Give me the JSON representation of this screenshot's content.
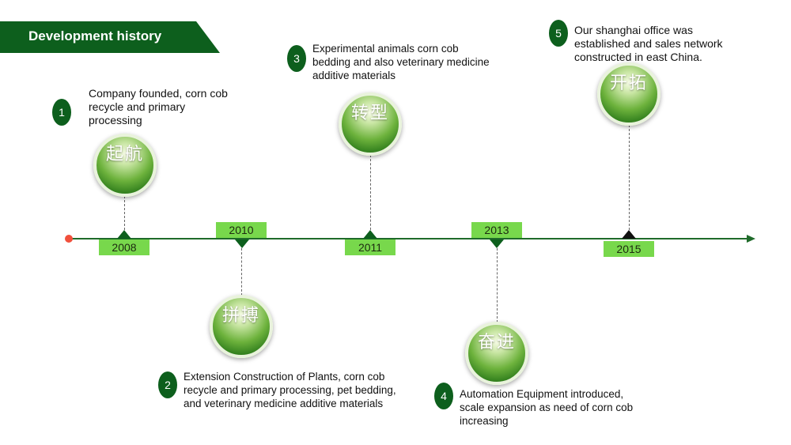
{
  "header": {
    "title": "Development history"
  },
  "milestones": [
    {
      "number": "1",
      "year": "2008",
      "circle_text": "起航",
      "description": "Company founded, corn cob recycle and primary processing"
    },
    {
      "number": "2",
      "year": "2010",
      "circle_text": "拼搏",
      "description": "Extension Construction of Plants, corn cob recycle and primary processing, pet bedding, and veterinary medicine additive materials"
    },
    {
      "number": "3",
      "year": "2011",
      "circle_text": "转型",
      "description": "Experimental animals corn cob bedding and also veterinary medicine additive materials"
    },
    {
      "number": "4",
      "year": "2013",
      "circle_text": "奋进",
      "description": "Automation Equipment introduced, scale expansion as need of corn cob increasing"
    },
    {
      "number": "5",
      "year": "2015",
      "circle_text": "开拓",
      "description": "Our shanghai office was established and sales network constructed in east China."
    }
  ],
  "colors": {
    "dark_green": "#0d5f1d",
    "year_box_green": "#78d84c",
    "start_dot": "#f1503c"
  }
}
